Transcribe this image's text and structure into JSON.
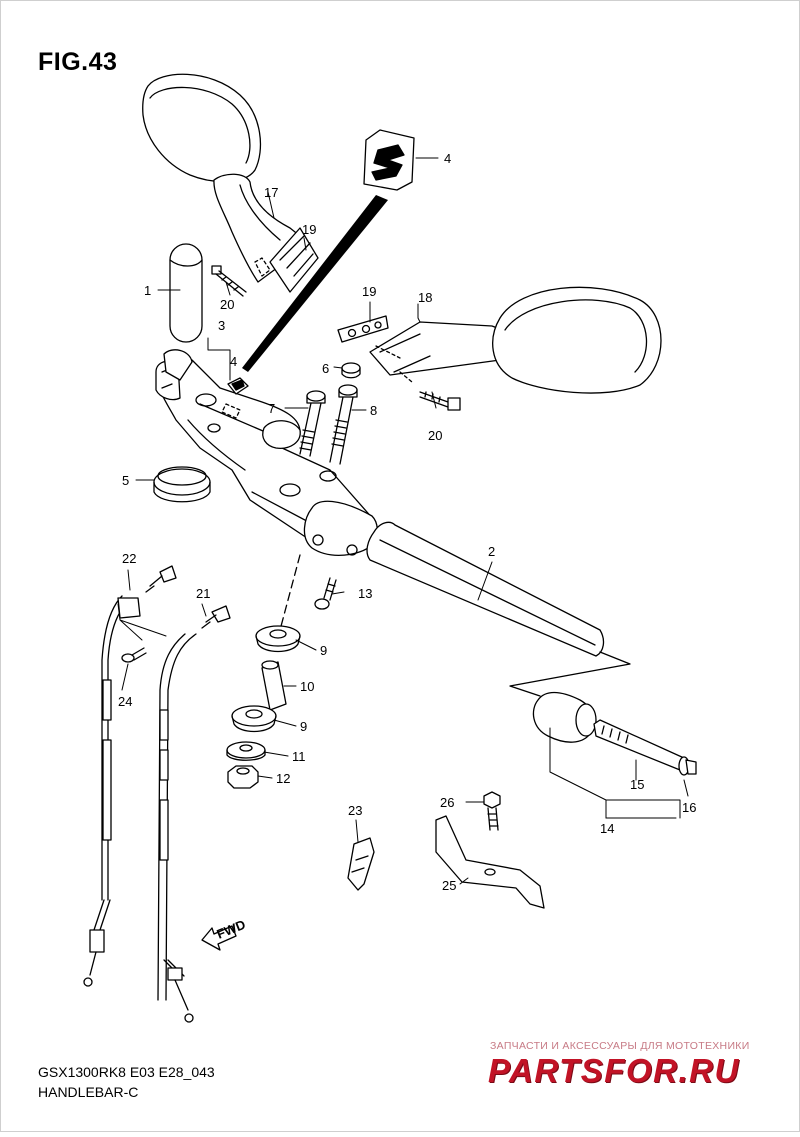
{
  "figure": {
    "title": "FIG.43",
    "model_code": "GSX1300RK8 E03 E28_043",
    "section_name": "HANDLEBAR-C"
  },
  "callouts": {
    "c1": "1",
    "c2": "2",
    "c3": "3",
    "c4a": "4",
    "c4b": "4",
    "c5": "5",
    "c6": "6",
    "c7": "7",
    "c8": "8",
    "c9a": "9",
    "c9b": "9",
    "c10": "10",
    "c11": "11",
    "c12": "12",
    "c13": "13",
    "c14": "14",
    "c15": "15",
    "c16": "16",
    "c17": "17",
    "c18": "18",
    "c19a": "19",
    "c19b": "19",
    "c20a": "20",
    "c20b": "20",
    "c21": "21",
    "c22": "22",
    "c23": "23",
    "c24": "24",
    "c25": "25",
    "c26": "26"
  },
  "fwd_label": "FWD",
  "watermark": {
    "subtitle": "ЗАПЧАСТИ И АКСЕССУАРЫ ДЛЯ МОТОТЕХНИКИ",
    "brand": "PARTSFOR.RU",
    "color": "#c21326"
  }
}
